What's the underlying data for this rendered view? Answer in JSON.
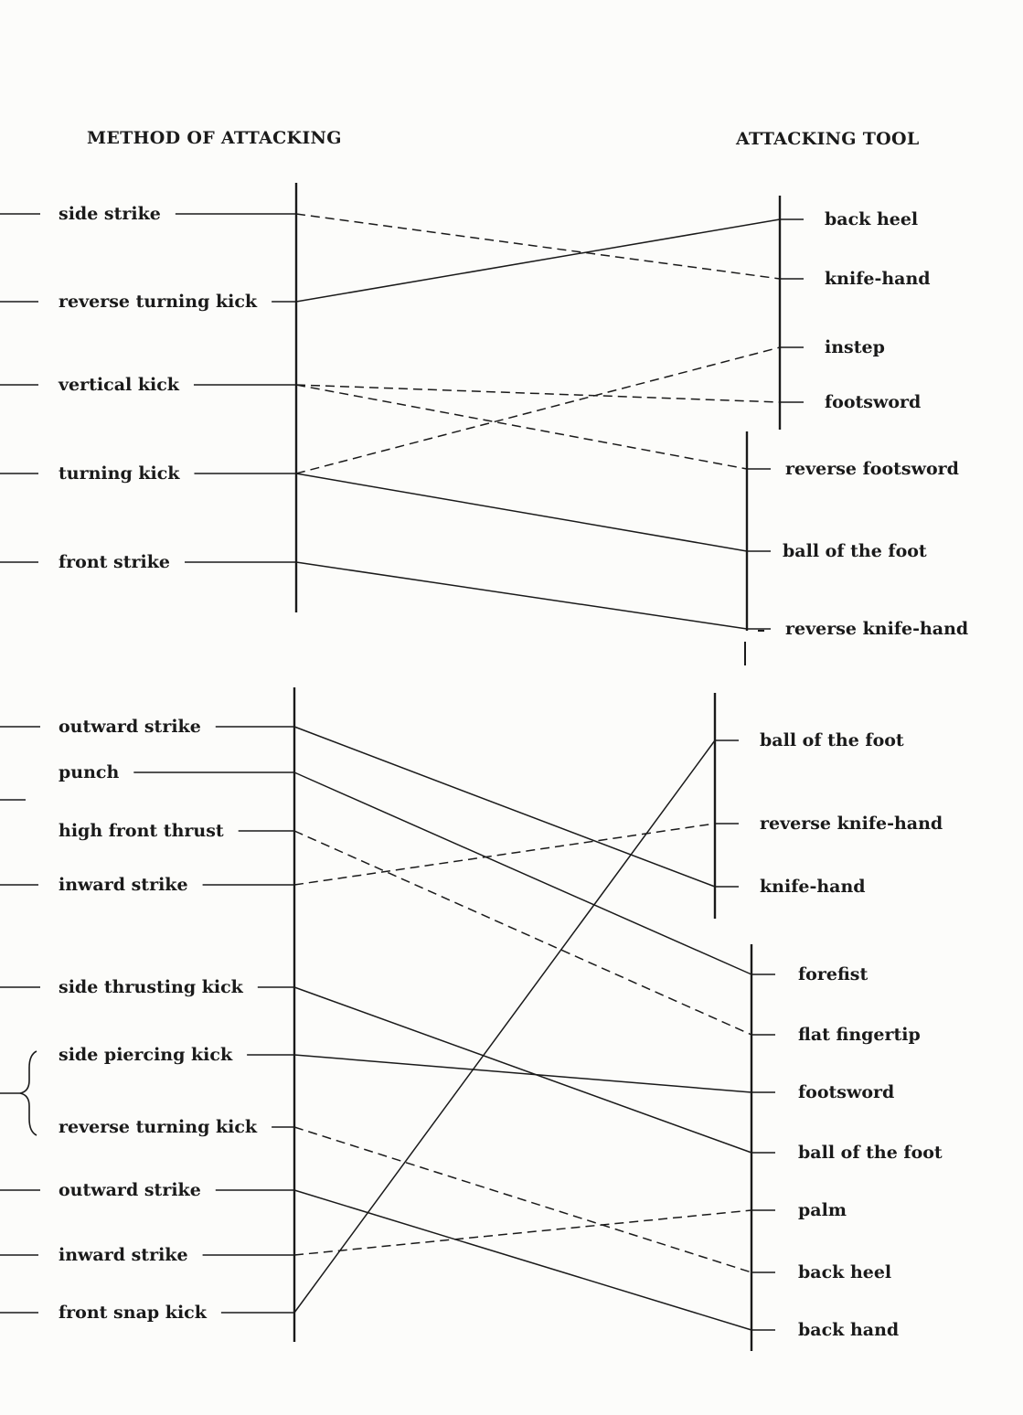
{
  "headers": {
    "methods": "METHOD OF ATTACKING",
    "tools": "ATTACKING TOOL"
  },
  "groups": [
    {
      "id": "upper",
      "methods": [
        {
          "id": "side-strike",
          "label": "side strike"
        },
        {
          "id": "reverse-turning-kick",
          "label": "reverse turning kick"
        },
        {
          "id": "vertical-kick",
          "label": "vertical kick"
        },
        {
          "id": "turning-kick",
          "label": "turning kick"
        },
        {
          "id": "front-strike",
          "label": "front strike"
        }
      ],
      "tools": [
        {
          "id": "back-heel",
          "label": "back heel"
        },
        {
          "id": "knife-hand",
          "label": "knife-hand"
        },
        {
          "id": "instep",
          "label": "instep"
        },
        {
          "id": "footsword",
          "label": "footsword"
        },
        {
          "id": "reverse-footsword",
          "label": "reverse footsword"
        },
        {
          "id": "ball-of-the-foot",
          "label": "ball of the foot"
        },
        {
          "id": "reverse-knife-hand",
          "label": "reverse knife-hand"
        }
      ],
      "connections": [
        {
          "from": "side-strike",
          "to": "knife-hand",
          "style": "dashed"
        },
        {
          "from": "reverse-turning-kick",
          "to": "back-heel",
          "style": "solid"
        },
        {
          "from": "vertical-kick",
          "to": "footsword",
          "style": "dashed"
        },
        {
          "from": "vertical-kick",
          "to": "reverse-footsword",
          "style": "dashed"
        },
        {
          "from": "turning-kick",
          "to": "instep",
          "style": "dashed"
        },
        {
          "from": "turning-kick",
          "to": "ball-of-the-foot",
          "style": "solid"
        },
        {
          "from": "front-strike",
          "to": "reverse-knife-hand",
          "style": "solid"
        }
      ]
    },
    {
      "id": "lower",
      "methods": [
        {
          "id": "outward-strike-1",
          "label": "outward strike"
        },
        {
          "id": "punch",
          "label": "punch"
        },
        {
          "id": "high-front-thrust",
          "label": "high front thrust"
        },
        {
          "id": "inward-strike-1",
          "label": "inward strike"
        },
        {
          "id": "side-thrusting-kick",
          "label": "side thrusting kick"
        },
        {
          "id": "side-piercing-kick",
          "label": "side piercing kick"
        },
        {
          "id": "reverse-turning-kick",
          "label": "reverse turning kick"
        },
        {
          "id": "outward-strike-2",
          "label": "outward strike"
        },
        {
          "id": "inward-strike-2",
          "label": "inward strike"
        },
        {
          "id": "front-snap-kick",
          "label": "front snap kick"
        }
      ],
      "tools": [
        {
          "id": "ball-of-the-foot-a",
          "label": "ball of the foot"
        },
        {
          "id": "reverse-knife-hand",
          "label": "reverse knife-hand"
        },
        {
          "id": "knife-hand",
          "label": "knife-hand"
        },
        {
          "id": "forefist",
          "label": "forefist"
        },
        {
          "id": "flat-fingertip",
          "label": "flat fingertip"
        },
        {
          "id": "footsword",
          "label": "footsword"
        },
        {
          "id": "ball-of-the-foot-b",
          "label": "ball of the foot"
        },
        {
          "id": "palm",
          "label": "palm"
        },
        {
          "id": "back-heel",
          "label": "back heel"
        },
        {
          "id": "back-hand",
          "label": "back hand"
        }
      ],
      "connections": [
        {
          "from": "outward-strike-1",
          "to": "knife-hand",
          "style": "solid"
        },
        {
          "from": "punch",
          "to": "forefist",
          "style": "solid"
        },
        {
          "from": "high-front-thrust",
          "to": "flat-fingertip",
          "style": "dashed"
        },
        {
          "from": "inward-strike-1",
          "to": "reverse-knife-hand",
          "style": "dashed"
        },
        {
          "from": "side-thrusting-kick",
          "to": "ball-of-the-foot-b",
          "style": "solid"
        },
        {
          "from": "side-piercing-kick",
          "to": "footsword",
          "style": "solid"
        },
        {
          "from": "reverse-turning-kick",
          "to": "back-heel",
          "style": "dashed"
        },
        {
          "from": "outward-strike-2",
          "to": "back-hand",
          "style": "solid"
        },
        {
          "from": "inward-strike-2",
          "to": "palm",
          "style": "dashed"
        },
        {
          "from": "front-snap-kick",
          "to": "ball-of-the-foot-a",
          "style": "solid"
        }
      ]
    }
  ]
}
